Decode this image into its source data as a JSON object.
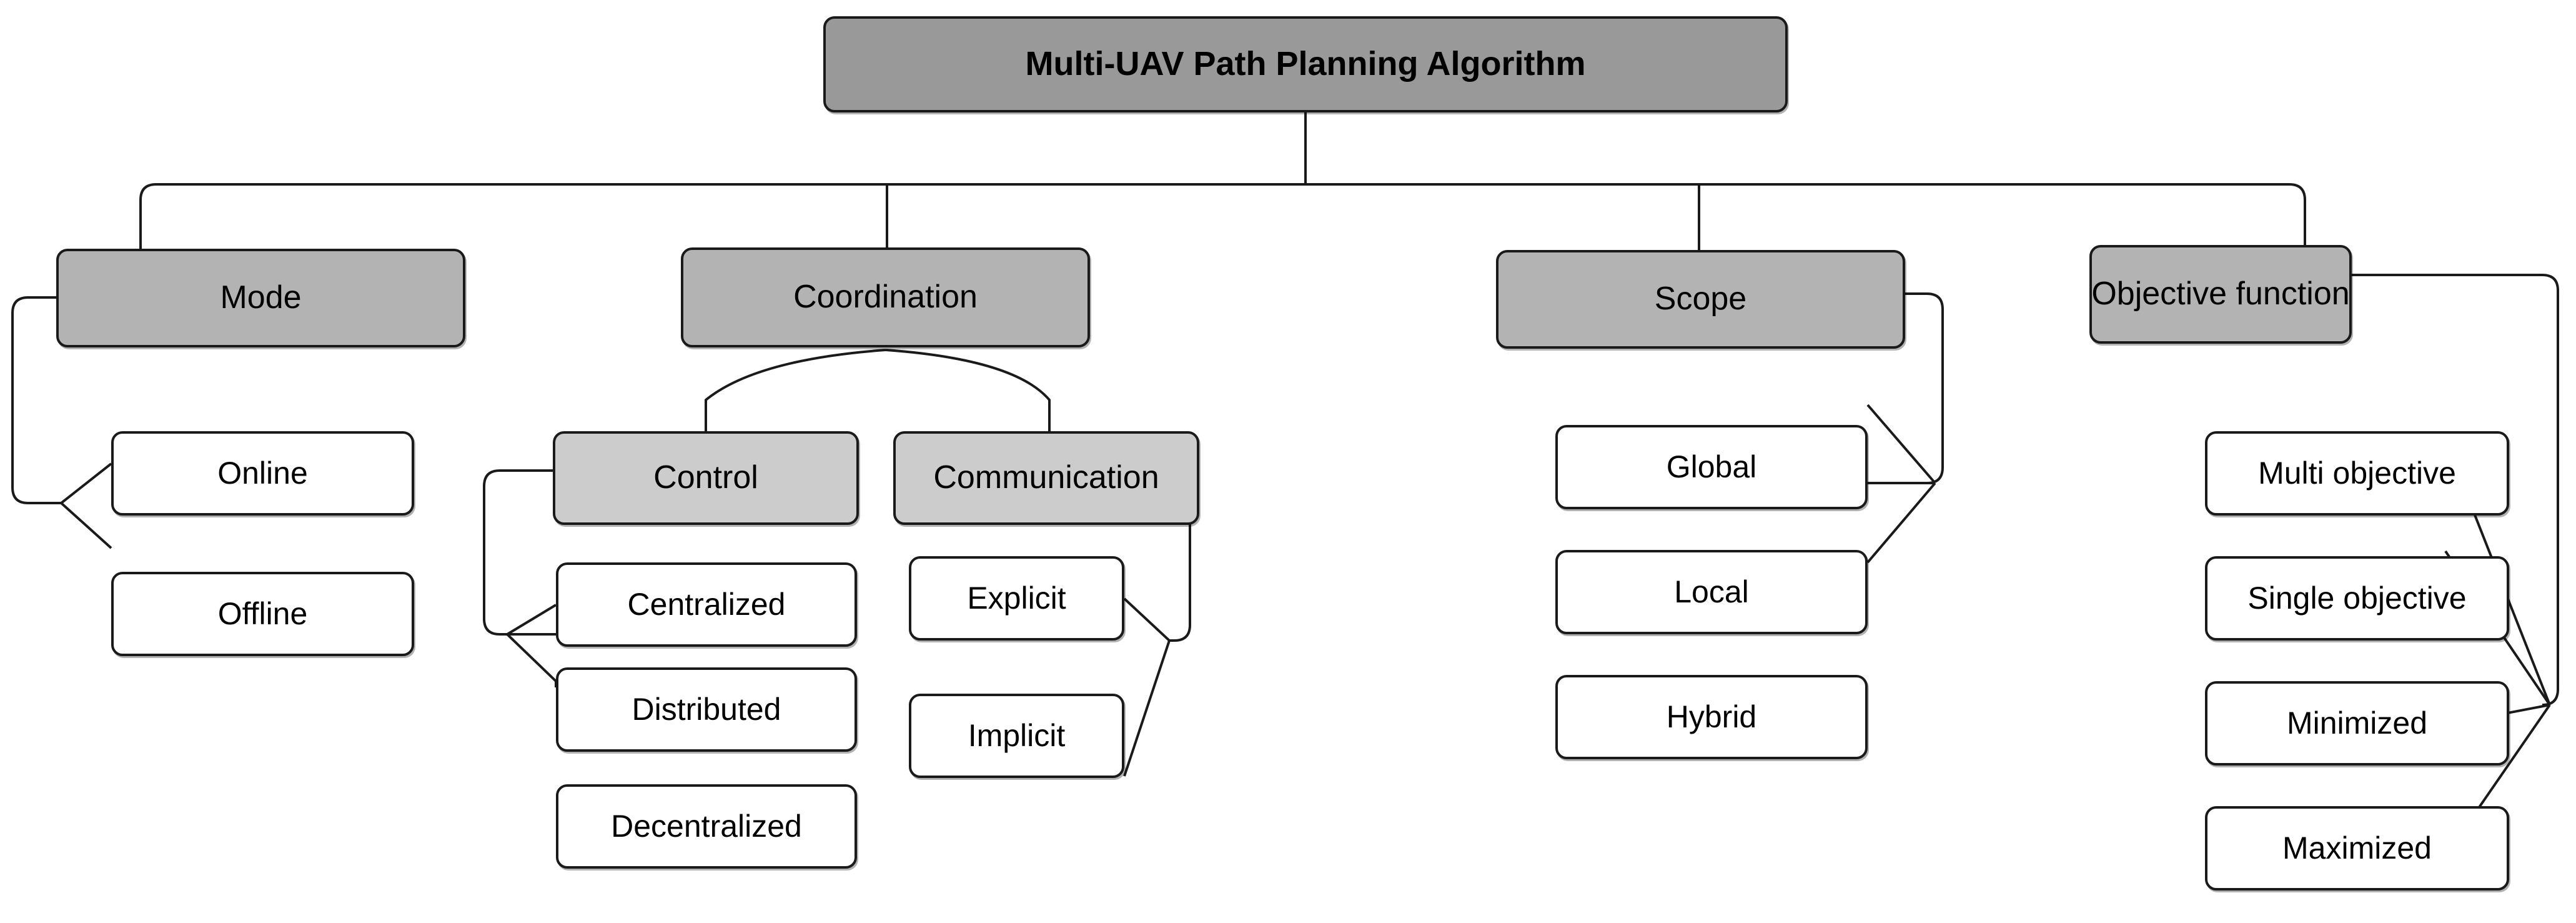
{
  "diagram": {
    "type": "hierarchy-tree",
    "title": "Multi-UAV Path Planning Algorithm",
    "orientation": "top-down",
    "colors": {
      "root_fill": "#999999",
      "level2_fill": "#b3b3b3",
      "level3_fill": "#cccccc",
      "leaf_fill": "#ffffff",
      "stroke": "#1a1a1a",
      "background": "#ffffff"
    },
    "root": {
      "label": "Multi-UAV Path Planning Algorithm",
      "level": "root"
    },
    "branches": [
      {
        "label": "Mode",
        "level": "level2",
        "children": [
          {
            "label": "Online",
            "level": "leaf"
          },
          {
            "label": "Offline",
            "level": "leaf"
          }
        ]
      },
      {
        "label": "Coordination",
        "level": "level2",
        "children": [
          {
            "label": "Control",
            "level": "level3",
            "children": [
              {
                "label": "Centralized",
                "level": "leaf"
              },
              {
                "label": "Distributed",
                "level": "leaf"
              },
              {
                "label": "Decentralized",
                "level": "leaf"
              }
            ]
          },
          {
            "label": "Communication",
            "level": "level3",
            "children": [
              {
                "label": "Explicit",
                "level": "leaf"
              },
              {
                "label": "Implicit",
                "level": "leaf"
              }
            ]
          }
        ]
      },
      {
        "label": "Scope",
        "level": "level2",
        "children": [
          {
            "label": "Global",
            "level": "leaf"
          },
          {
            "label": "Local",
            "level": "leaf"
          },
          {
            "label": "Hybrid",
            "level": "leaf"
          }
        ]
      },
      {
        "label": "Objective function",
        "level": "level2",
        "children": [
          {
            "label": "Multi objective",
            "level": "leaf"
          },
          {
            "label": "Single objective",
            "level": "leaf"
          },
          {
            "label": "Minimized",
            "level": "leaf"
          },
          {
            "label": "Maximized",
            "level": "leaf"
          }
        ]
      }
    ],
    "nodes": {
      "root": {
        "label": "Multi-UAV Path Planning Algorithm"
      },
      "mode": {
        "label": "Mode"
      },
      "online": {
        "label": "Online"
      },
      "offline": {
        "label": "Offline"
      },
      "coordination": {
        "label": "Coordination"
      },
      "control": {
        "label": "Control"
      },
      "centralized": {
        "label": "Centralized"
      },
      "distributed": {
        "label": "Distributed"
      },
      "decentralized": {
        "label": "Decentralized"
      },
      "communication": {
        "label": "Communication"
      },
      "explicit": {
        "label": "Explicit"
      },
      "implicit": {
        "label": "Implicit"
      },
      "scope": {
        "label": "Scope"
      },
      "global": {
        "label": "Global"
      },
      "local": {
        "label": "Local"
      },
      "hybrid": {
        "label": "Hybrid"
      },
      "objective_function": {
        "label": "Objective function"
      },
      "multi_objective": {
        "label": "Multi objective"
      },
      "single_objective": {
        "label": "Single objective"
      },
      "minimized": {
        "label": "Minimized"
      },
      "maximized": {
        "label": "Maximized"
      }
    }
  }
}
